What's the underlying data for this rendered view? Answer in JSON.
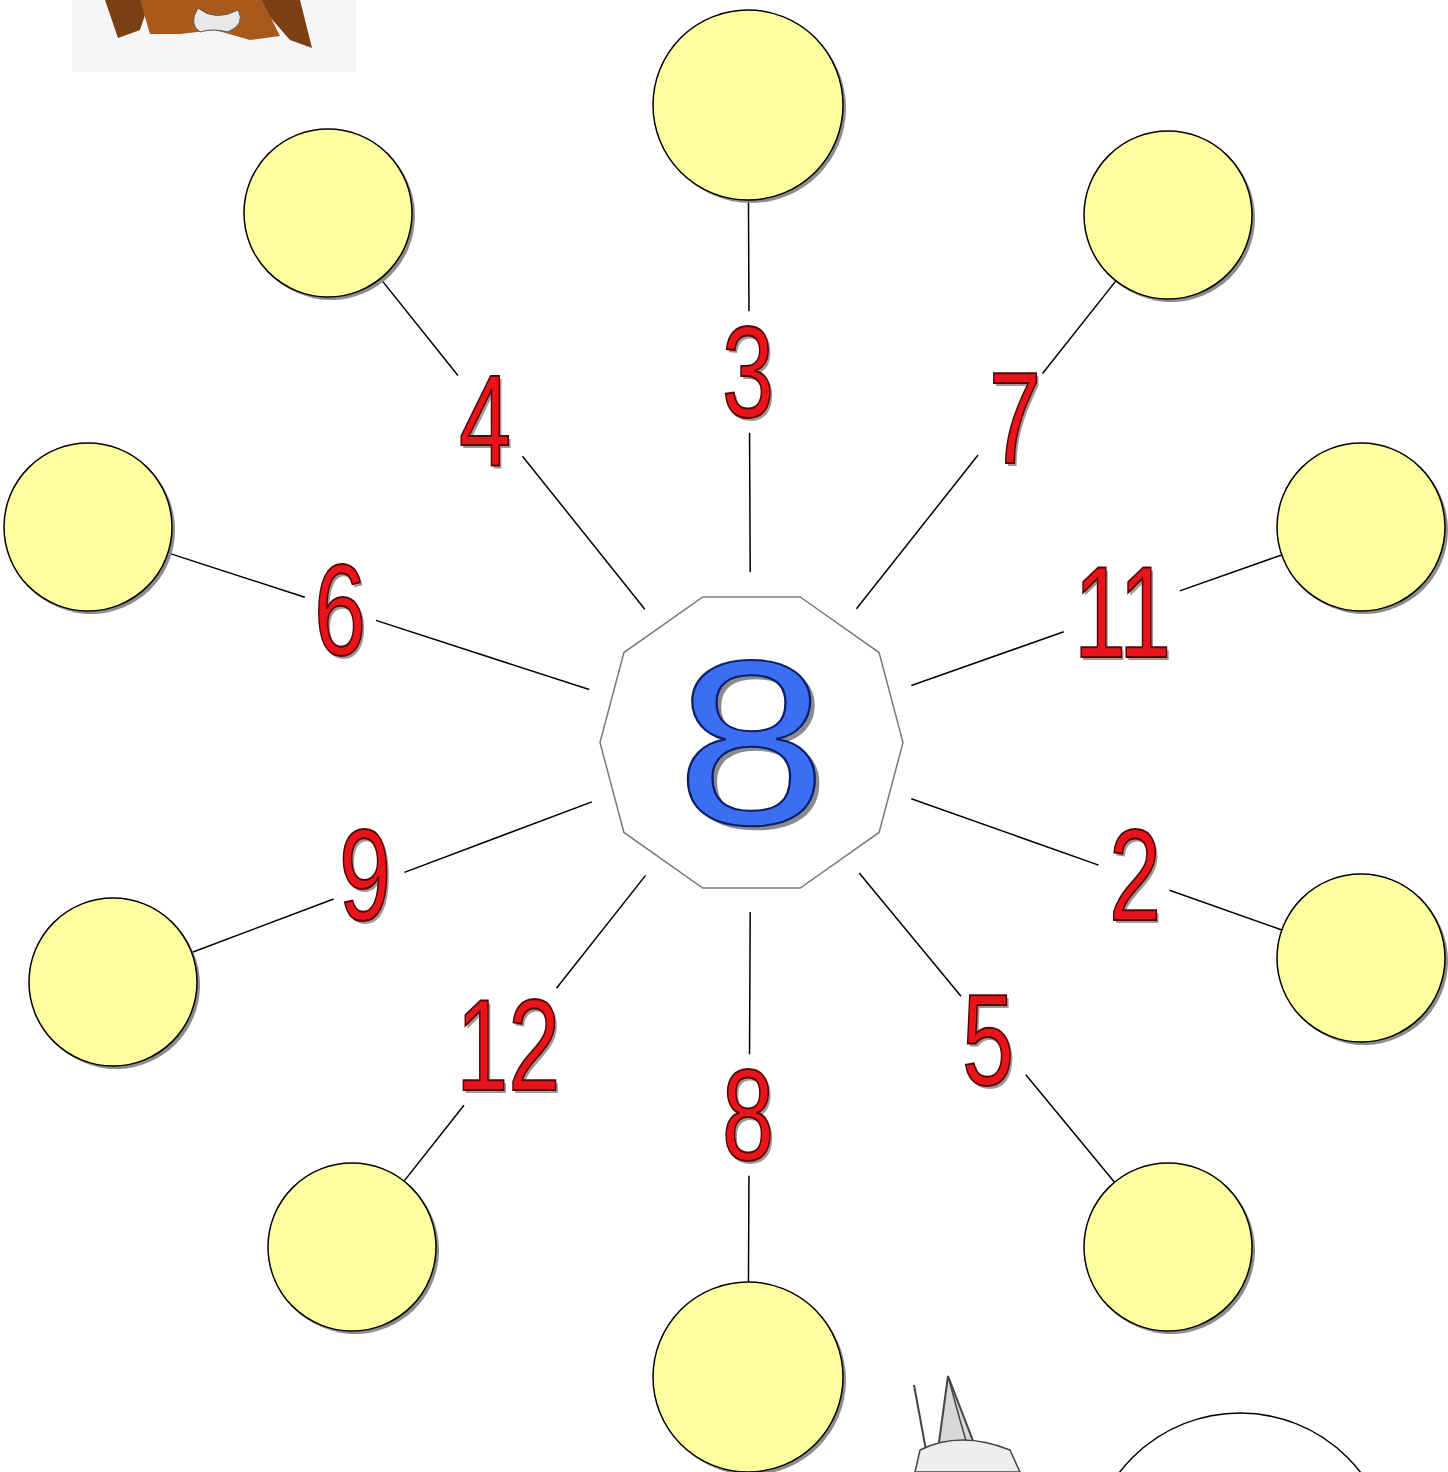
{
  "diagram": {
    "nodes": [
      {
        "text": [
          "8"
        ]
      }
    ],
    "labels": [
      "3",
      "7",
      "11",
      "2",
      "5",
      "8",
      "12",
      "9",
      "6",
      "4"
    ]
  }
}
